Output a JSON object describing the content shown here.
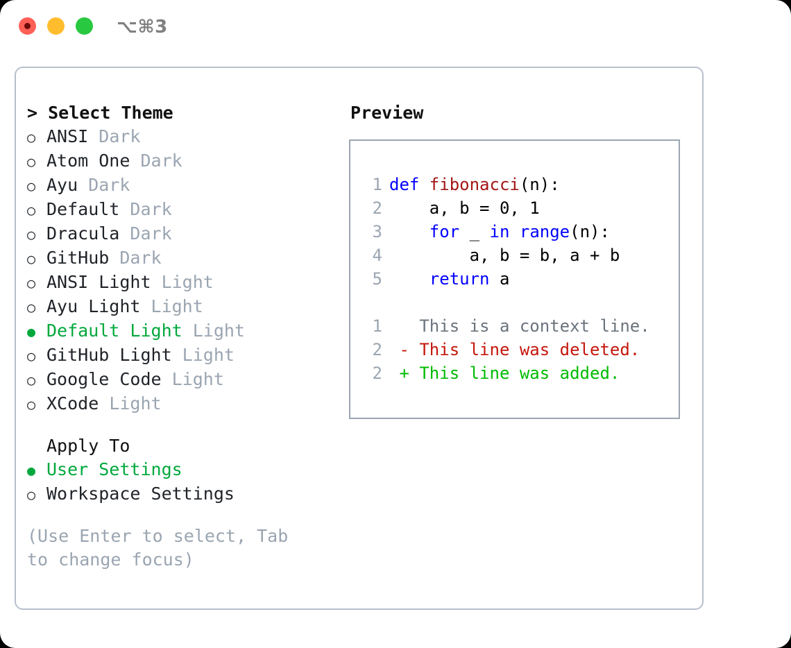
{
  "titlebar": {
    "shortcut": "⌥⌘3",
    "lights": [
      "close",
      "minimize",
      "maximize"
    ]
  },
  "theme_panel": {
    "header": "> Select Theme",
    "bullet_selected": "●",
    "bullet_unselected": "○",
    "themes": [
      {
        "name": "ANSI",
        "variant": "Dark",
        "selected": false
      },
      {
        "name": "Atom One",
        "variant": "Dark",
        "selected": false
      },
      {
        "name": "Ayu",
        "variant": "Dark",
        "selected": false
      },
      {
        "name": "Default",
        "variant": "Dark",
        "selected": false
      },
      {
        "name": "Dracula",
        "variant": "Dark",
        "selected": false
      },
      {
        "name": "GitHub",
        "variant": "Dark",
        "selected": false
      },
      {
        "name": "ANSI Light",
        "variant": "Light",
        "selected": false
      },
      {
        "name": "Ayu Light",
        "variant": "Light",
        "selected": false
      },
      {
        "name": "Default Light",
        "variant": "Light",
        "selected": true
      },
      {
        "name": "GitHub Light",
        "variant": "Light",
        "selected": false
      },
      {
        "name": "Google Code",
        "variant": "Light",
        "selected": false
      },
      {
        "name": "XCode",
        "variant": "Light",
        "selected": false
      }
    ],
    "apply_to": {
      "title": "Apply To",
      "options": [
        {
          "name": "User Settings",
          "selected": true
        },
        {
          "name": "Workspace Settings",
          "selected": false
        }
      ]
    },
    "hint": "(Use Enter to select, Tab to change focus)"
  },
  "preview": {
    "title": "Preview",
    "code_lines": [
      {
        "no": "1",
        "tokens": [
          {
            "t": "def ",
            "c": "kw"
          },
          {
            "t": "fibonacci",
            "c": "fn"
          },
          {
            "t": "(n):",
            "c": "plain"
          }
        ]
      },
      {
        "no": "2",
        "tokens": [
          {
            "t": "    a, b = 0, 1",
            "c": "plain"
          }
        ]
      },
      {
        "no": "3",
        "tokens": [
          {
            "t": "    ",
            "c": "plain"
          },
          {
            "t": "for",
            "c": "kw"
          },
          {
            "t": " _ ",
            "c": "plain"
          },
          {
            "t": "in",
            "c": "kw"
          },
          {
            "t": " ",
            "c": "plain"
          },
          {
            "t": "range",
            "c": "kw"
          },
          {
            "t": "(n):",
            "c": "plain"
          }
        ]
      },
      {
        "no": "4",
        "tokens": [
          {
            "t": "        a, b = b, a + b",
            "c": "plain"
          }
        ]
      },
      {
        "no": "5",
        "tokens": [
          {
            "t": "    ",
            "c": "plain"
          },
          {
            "t": "return",
            "c": "kw"
          },
          {
            "t": " a",
            "c": "plain"
          }
        ]
      }
    ],
    "diff_lines": [
      {
        "no": "1",
        "marker": " ",
        "text": " This is a context line.",
        "kind": "context"
      },
      {
        "no": "2",
        "marker": "-",
        "text": " This line was deleted.",
        "kind": "del"
      },
      {
        "no": "2",
        "marker": "+",
        "text": " This line was added.",
        "kind": "add"
      }
    ]
  },
  "colors": {
    "accent_green": "#00a83c",
    "muted": "#9aa5b1",
    "keyword_blue": "#0000ff",
    "function_red": "#a31515",
    "diff_delete": "#c4170c",
    "diff_add": "#00bb00",
    "border": "#b7bfcb",
    "light_red": "#ff5f57",
    "light_yellow": "#ffbd2e",
    "light_green": "#28c840"
  }
}
